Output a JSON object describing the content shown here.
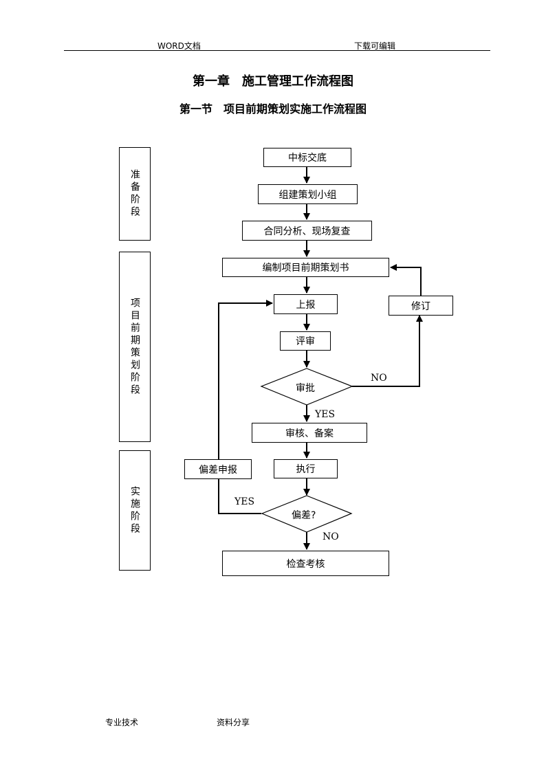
{
  "header": {
    "left": "WORD文档",
    "right": "下载可编辑"
  },
  "titles": {
    "chapter": "第一章　施工管理工作流程图",
    "section": "第一节　项目前期策划实施工作流程图"
  },
  "stages": {
    "prep": "准备阶段",
    "planning": "项目前期策划阶段",
    "impl": "实施阶段"
  },
  "steps": {
    "bid": "中标交底",
    "team": "组建策划小组",
    "contract": "合同分析、现场复查",
    "compile": "编制项目前期策划书",
    "report": "上报",
    "review": "评审",
    "approve": "审批",
    "revise": "修订",
    "audit": "审核、备案",
    "execute": "执行",
    "deviation_report": "偏差申报",
    "deviation": "偏差?",
    "check": "检查考核"
  },
  "labels": {
    "no1": "NO",
    "yes1": "YES",
    "yes2": "YES",
    "no2": "NO"
  },
  "footer": {
    "left": "专业技术",
    "right": "资料分享"
  }
}
